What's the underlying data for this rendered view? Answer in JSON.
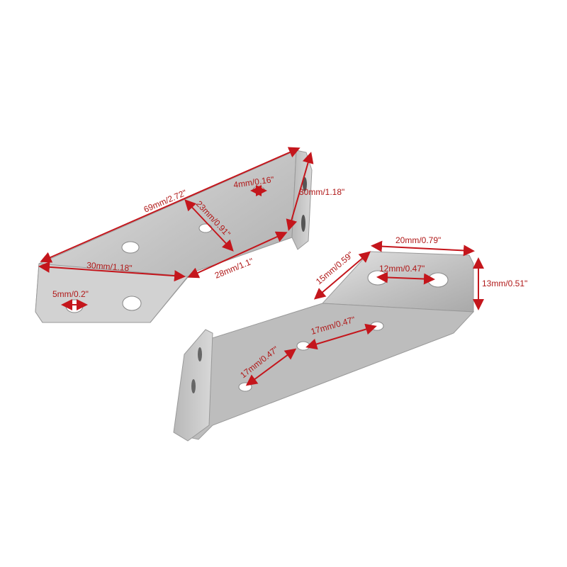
{
  "image": {
    "description": "Two stainless steel angle brackets with red dimension annotations",
    "background": "#ffffff",
    "metal_color": "#c9c9c9",
    "annotation_color": "#c4161c"
  },
  "bracket_left": {
    "dimensions": {
      "length_top": "69mm/2.72\"",
      "width_mid": "23mm/0.91\"",
      "hole_small": "4mm/0.16\"",
      "flange_height": "30mm/1.18\"",
      "base_left": "30mm/1.18\"",
      "base_right": "28mm/1.1\"",
      "hole_dia": "5mm/0.2\""
    }
  },
  "bracket_right": {
    "dimensions": {
      "tab_width": "20mm/0.79\"",
      "tab_side": "15mm/0.59\"",
      "slot_spacing": "12mm/0.47\"",
      "tab_height": "13mm/0.51\"",
      "hole_spacing_1": "17mm/0.47\"",
      "hole_spacing_2": "17mm/0.47\""
    }
  }
}
